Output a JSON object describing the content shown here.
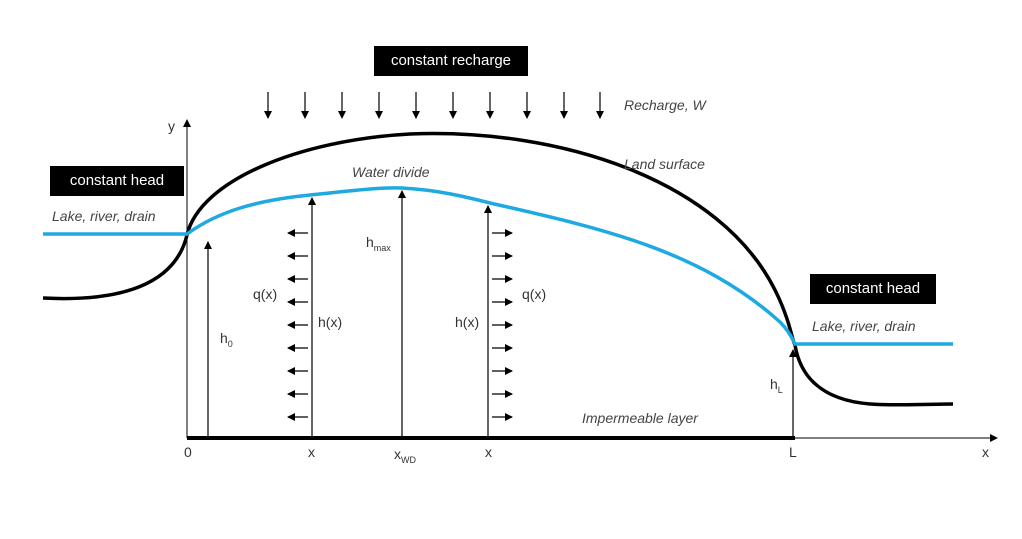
{
  "boxes": {
    "recharge": "constant recharge",
    "head_left": "constant head",
    "head_right": "constant head"
  },
  "labels": {
    "recharge_w": "Recharge, W",
    "land_surface": "Land surface",
    "water_divide": "Water divide",
    "lake_left": "Lake, river, drain",
    "lake_right": "Lake, river, drain",
    "impermeable": "Impermeable layer",
    "q_left": "q(x)",
    "q_right": "q(x)",
    "h_left": "h(x)",
    "h_right": "h(x)",
    "h_max_base": "h",
    "h_max_sub": "max",
    "h0_base": "h",
    "h0_sub": "0",
    "hl_base": "h",
    "hl_sub": "L"
  },
  "axes": {
    "y_label": "y",
    "x_label": "x",
    "tick_0": "0",
    "tick_x1": "x",
    "tick_xwd_base": "x",
    "tick_xwd_sub": "WD",
    "tick_x2": "x",
    "tick_L": "L"
  },
  "colors": {
    "water_table": "#1ea9e3",
    "land": "#000000",
    "box_bg": "#000000"
  }
}
